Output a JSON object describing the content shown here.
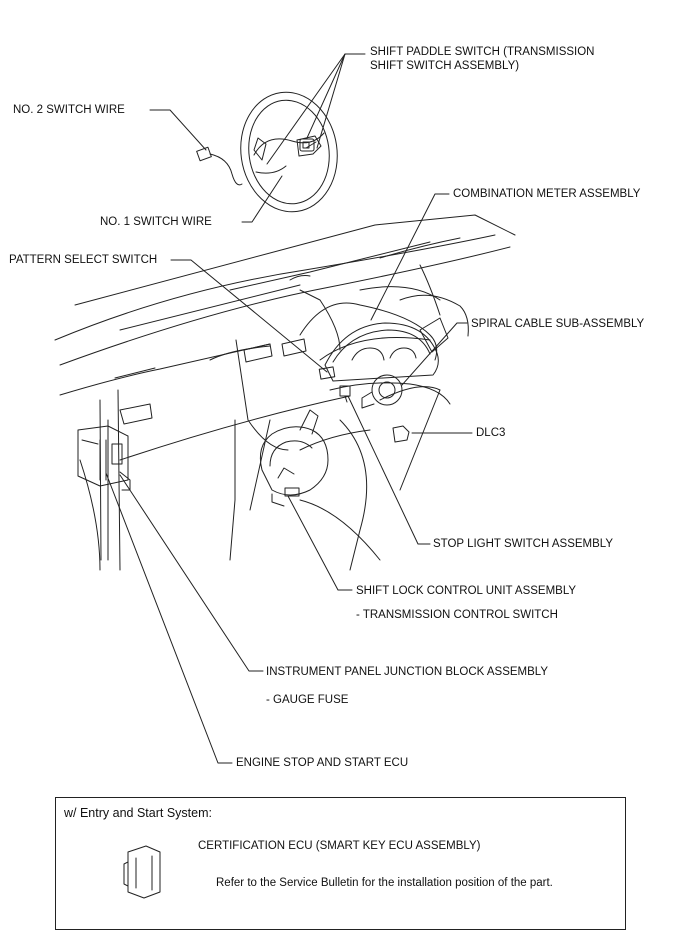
{
  "labels": {
    "shift_paddle_switch": "SHIFT PADDLE SWITCH (TRANSMISSION SHIFT SWITCH ASSEMBLY)",
    "no2_switch_wire": "NO. 2 SWITCH WIRE",
    "no1_switch_wire": "NO. 1 SWITCH WIRE",
    "combination_meter": "COMBINATION METER ASSEMBLY",
    "pattern_select_switch": "PATTERN SELECT SWITCH",
    "spiral_cable": "SPIRAL CABLE SUB-ASSEMBLY",
    "dlc3": "DLC3",
    "stop_light_switch": "STOP LIGHT SWITCH ASSEMBLY",
    "shift_lock_control_unit": "SHIFT LOCK CONTROL UNIT ASSEMBLY",
    "transmission_control_switch": "- TRANSMISSION CONTROL SWITCH",
    "instrument_panel_jb": "INSTRUMENT PANEL JUNCTION BLOCK ASSEMBLY",
    "gauge_fuse": "- GAUGE FUSE",
    "engine_stop_start_ecu": "ENGINE STOP AND START ECU"
  },
  "legend": {
    "title": "w/ Entry and Start System:",
    "part": "CERTIFICATION ECU (SMART KEY ECU ASSEMBLY)",
    "note": "Refer to the Service Bulletin for the installation position of the part."
  }
}
